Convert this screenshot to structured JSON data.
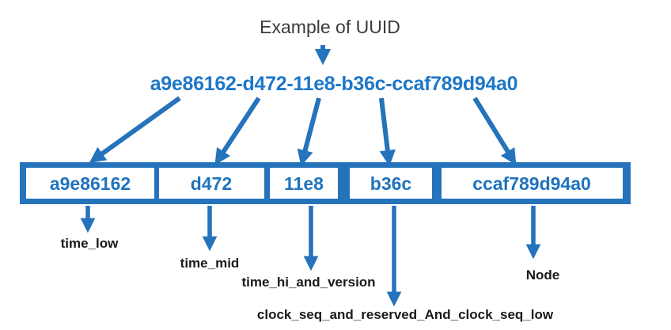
{
  "title": "Example of UUID",
  "uuid": "a9e86162-d472-11e8-b36c-ccaf789d94a0",
  "segments": [
    {
      "value": "a9e86162",
      "field": "time_low"
    },
    {
      "value": "d472",
      "field": "time_mid"
    },
    {
      "value": "11e8",
      "field": "time_hi_and_version"
    },
    {
      "value": "b36c",
      "field": "clock_seq_and_reserved_And_clock_seq_low"
    },
    {
      "value": "ccaf789d94a0",
      "field": "Node"
    }
  ],
  "colors": {
    "accent": "#2473bb",
    "uuid_text": "#1e77c8",
    "box_value_text": "#1f73bd",
    "title_text": "#3b3b3b",
    "field_label_text": "#1a1a1a",
    "box_fill": "#ffffff",
    "background": "#ffffff"
  }
}
